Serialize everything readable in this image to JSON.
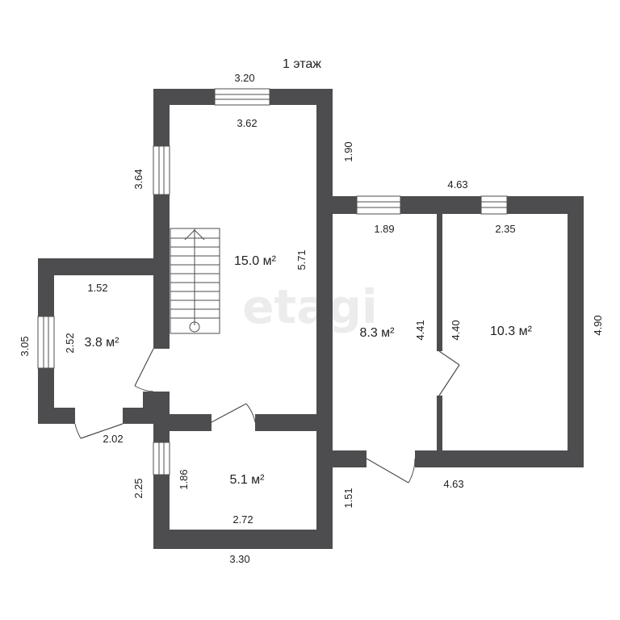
{
  "floor_title": "1 этаж",
  "watermark": "etagi",
  "colors": {
    "wall": "#4d4d4f",
    "text": "#222222",
    "watermark": "#ececec"
  },
  "rooms": [
    {
      "id": "hall",
      "area": "15.0 м²"
    },
    {
      "id": "vestibule",
      "area": "3.8 м²"
    },
    {
      "id": "bath",
      "area": "5.1 м²"
    },
    {
      "id": "room-a",
      "area": "8.3 м²"
    },
    {
      "id": "room-b",
      "area": "10.3 м²"
    }
  ],
  "dimensions": {
    "top_outer": "3.20",
    "top_inner": "3.62",
    "hall_left": "3.64",
    "hall_right_upper": "1.90",
    "hall_right": "5.71",
    "right_block_top": "4.63",
    "room_a_top": "1.89",
    "room_b_top": "2.35",
    "room_a_right": "4.41",
    "room_b_left": "4.40",
    "right_block_outer": "4.90",
    "right_block_bottom": "4.63",
    "vest_top": "1.52",
    "vest_outer": "3.05",
    "vest_inner": "2.52",
    "vest_bottom": "2.02",
    "bath_outer_left": "2.25",
    "bath_inner_left": "1.86",
    "bath_inner_bottom": "2.72",
    "bath_right": "1.51",
    "bath_outer_bottom": "3.30"
  }
}
